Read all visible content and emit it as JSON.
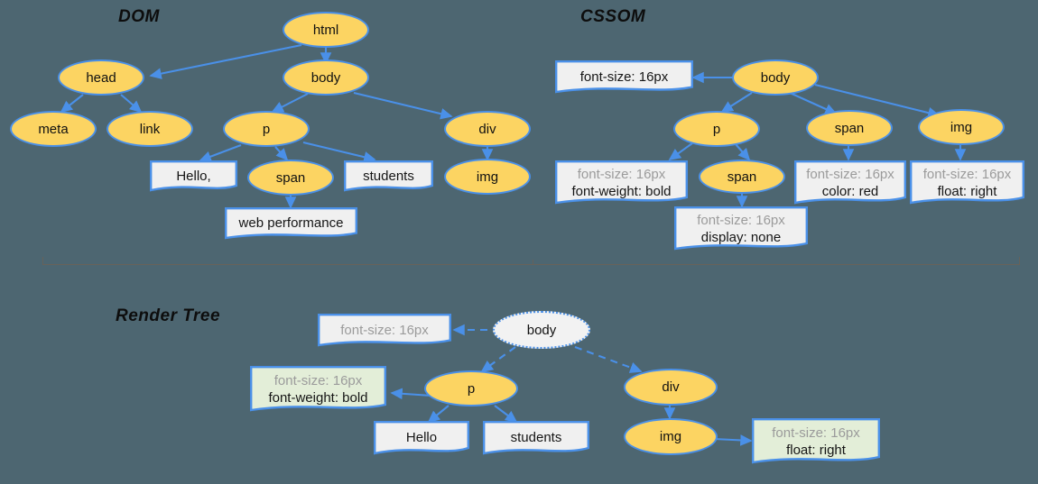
{
  "background_color": "#4d6671",
  "node_fill": "#fcd462",
  "node_stroke": "#4a90e8",
  "box_fill_gray": "#f0f0f0",
  "box_fill_green": "#e3eed8",
  "box_stroke": "#4a90e8",
  "dim_text_color": "#9b9b9b",
  "sections": {
    "dom": {
      "title": "DOM",
      "nodes": [
        {
          "id": "html",
          "label": "html"
        },
        {
          "id": "head",
          "label": "head"
        },
        {
          "id": "body",
          "label": "body"
        },
        {
          "id": "meta",
          "label": "meta"
        },
        {
          "id": "link",
          "label": "link"
        },
        {
          "id": "p",
          "label": "p"
        },
        {
          "id": "div",
          "label": "div"
        },
        {
          "id": "span",
          "label": "span"
        },
        {
          "id": "img",
          "label": "img"
        }
      ],
      "boxes": [
        {
          "id": "hello",
          "lines": [
            "Hello,"
          ]
        },
        {
          "id": "students",
          "lines": [
            "students"
          ]
        },
        {
          "id": "webperf",
          "lines": [
            "web performance"
          ]
        }
      ]
    },
    "cssom": {
      "title": "CSSOM",
      "nodes": [
        {
          "id": "body",
          "label": "body"
        },
        {
          "id": "p",
          "label": "p"
        },
        {
          "id": "span1",
          "label": "span"
        },
        {
          "id": "span2",
          "label": "span"
        },
        {
          "id": "img",
          "label": "img"
        }
      ],
      "boxes": [
        {
          "id": "body-style",
          "lines": [
            {
              "text": "font-size: 16px",
              "dim": false
            }
          ]
        },
        {
          "id": "p-style",
          "lines": [
            {
              "text": "font-size: 16px",
              "dim": true
            },
            {
              "text": "font-weight: bold",
              "dim": false
            }
          ]
        },
        {
          "id": "span1-style",
          "lines": [
            {
              "text": "font-size: 16px",
              "dim": true
            },
            {
              "text": "display: none",
              "dim": false
            }
          ]
        },
        {
          "id": "span2-style",
          "lines": [
            {
              "text": "font-size: 16px",
              "dim": true
            },
            {
              "text": "color: red",
              "dim": false
            }
          ]
        },
        {
          "id": "img-style",
          "lines": [
            {
              "text": "font-size: 16px",
              "dim": true
            },
            {
              "text": "float: right",
              "dim": false
            }
          ]
        }
      ]
    },
    "render_tree": {
      "title": "Render Tree",
      "nodes": [
        {
          "id": "body",
          "label": "body"
        },
        {
          "id": "p",
          "label": "p"
        },
        {
          "id": "div",
          "label": "div"
        },
        {
          "id": "img",
          "label": "img"
        }
      ],
      "boxes": [
        {
          "id": "body-style",
          "lines": [
            {
              "text": "font-size: 16px",
              "dim": true
            }
          ]
        },
        {
          "id": "p-style",
          "lines": [
            {
              "text": "font-size: 16px",
              "dim": true
            },
            {
              "text": "font-weight: bold",
              "dim": false
            }
          ]
        },
        {
          "id": "hello",
          "lines": [
            {
              "text": "Hello",
              "dim": false
            }
          ]
        },
        {
          "id": "students",
          "lines": [
            {
              "text": "students",
              "dim": false
            }
          ]
        },
        {
          "id": "img-style",
          "lines": [
            {
              "text": "font-size: 16px",
              "dim": true
            },
            {
              "text": "float: right",
              "dim": false
            }
          ]
        }
      ]
    }
  }
}
